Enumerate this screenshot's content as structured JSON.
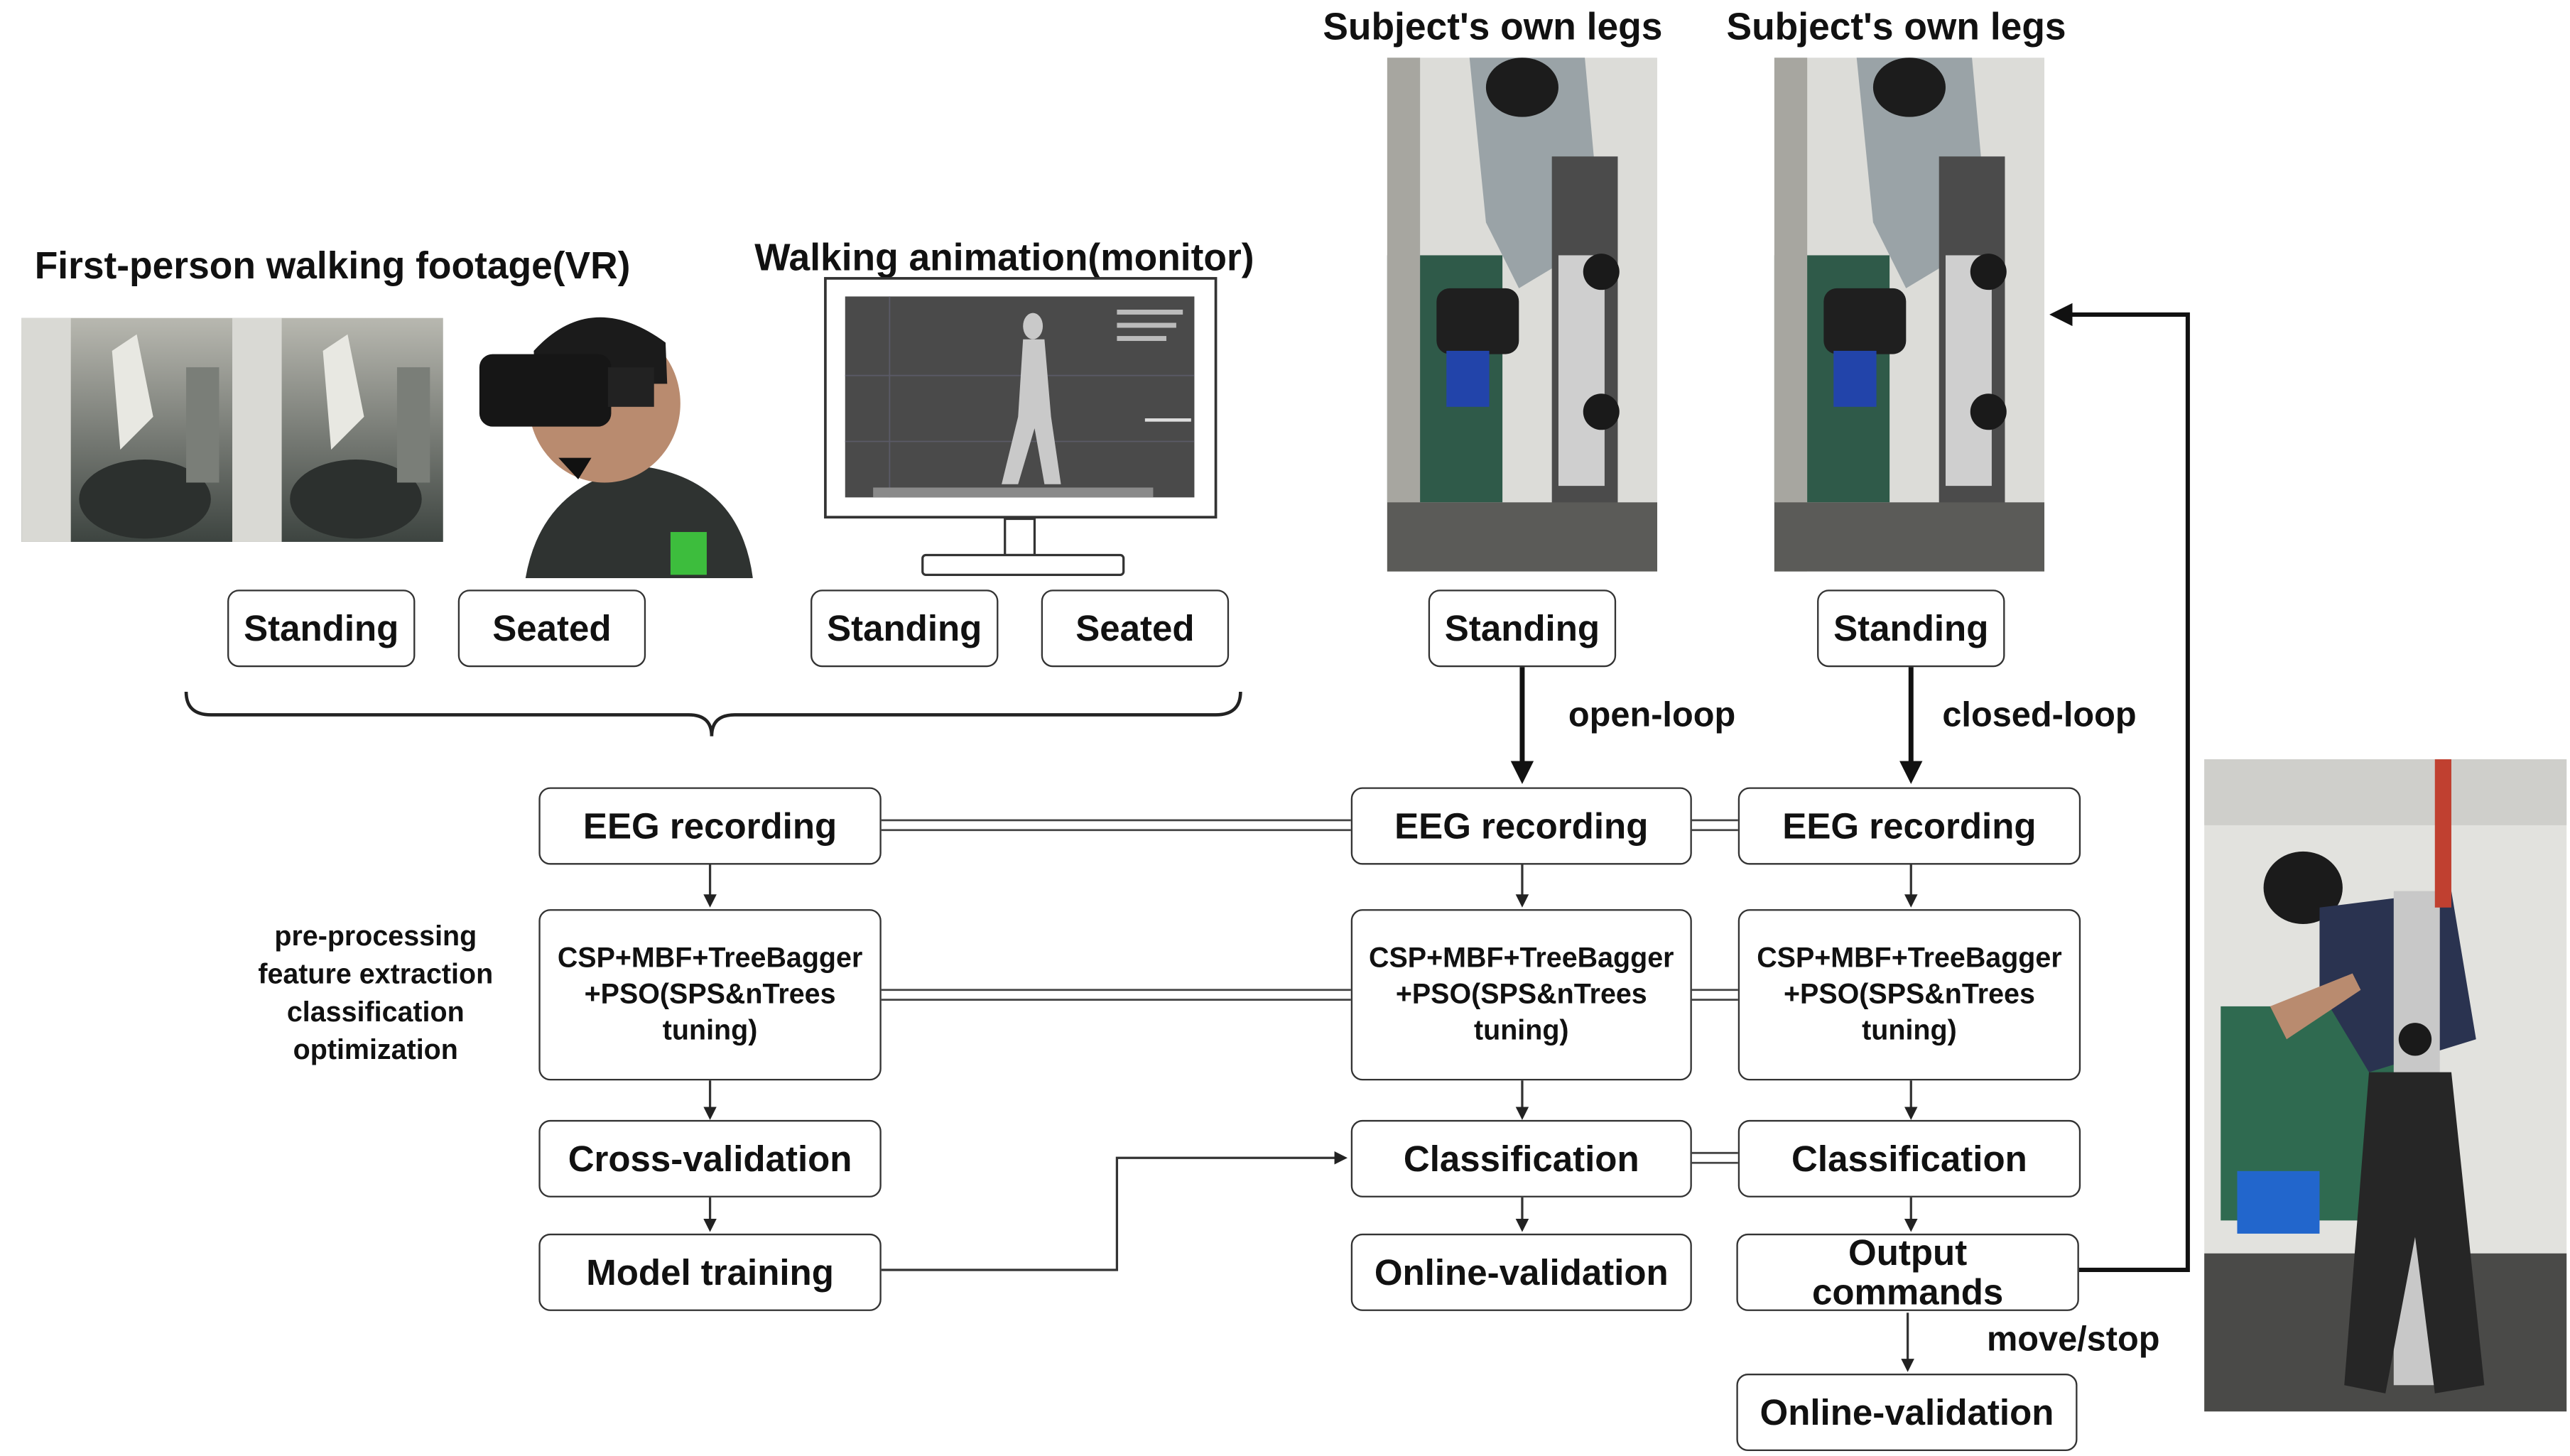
{
  "captions": {
    "vr": "First-person walking footage(VR)",
    "monitor": "Walking animation(monitor)",
    "legs_left": "Subject's own legs",
    "legs_right": "Subject's own legs"
  },
  "conditions": {
    "vr_standing": "Standing",
    "vr_seated": "Seated",
    "mon_standing": "Standing",
    "mon_seated": "Seated",
    "legs_open_standing": "Standing",
    "legs_closed_standing": "Standing"
  },
  "loops": {
    "open": "open-loop",
    "closed": "closed-loop",
    "move_stop": "move/stop"
  },
  "pipeline_steps": [
    "pre-processing",
    "feature extraction",
    "classification",
    "optimization"
  ],
  "offline": {
    "eeg": "EEG recording",
    "method": "CSP+MBF+TreeBagger +PSO(SPS&nTrees tuning)",
    "cv": "Cross-validation",
    "train": "Model training"
  },
  "open_loop": {
    "eeg": "EEG recording",
    "method": "CSP+MBF+TreeBagger +PSO(SPS&nTrees tuning)",
    "classify": "Classification",
    "validate": "Online-validation"
  },
  "closed_loop": {
    "eeg": "EEG recording",
    "method": "CSP+MBF+TreeBagger +PSO(SPS&nTrees tuning)",
    "classify": "Classification",
    "output": "Output commands",
    "validate": "Online-validation"
  }
}
